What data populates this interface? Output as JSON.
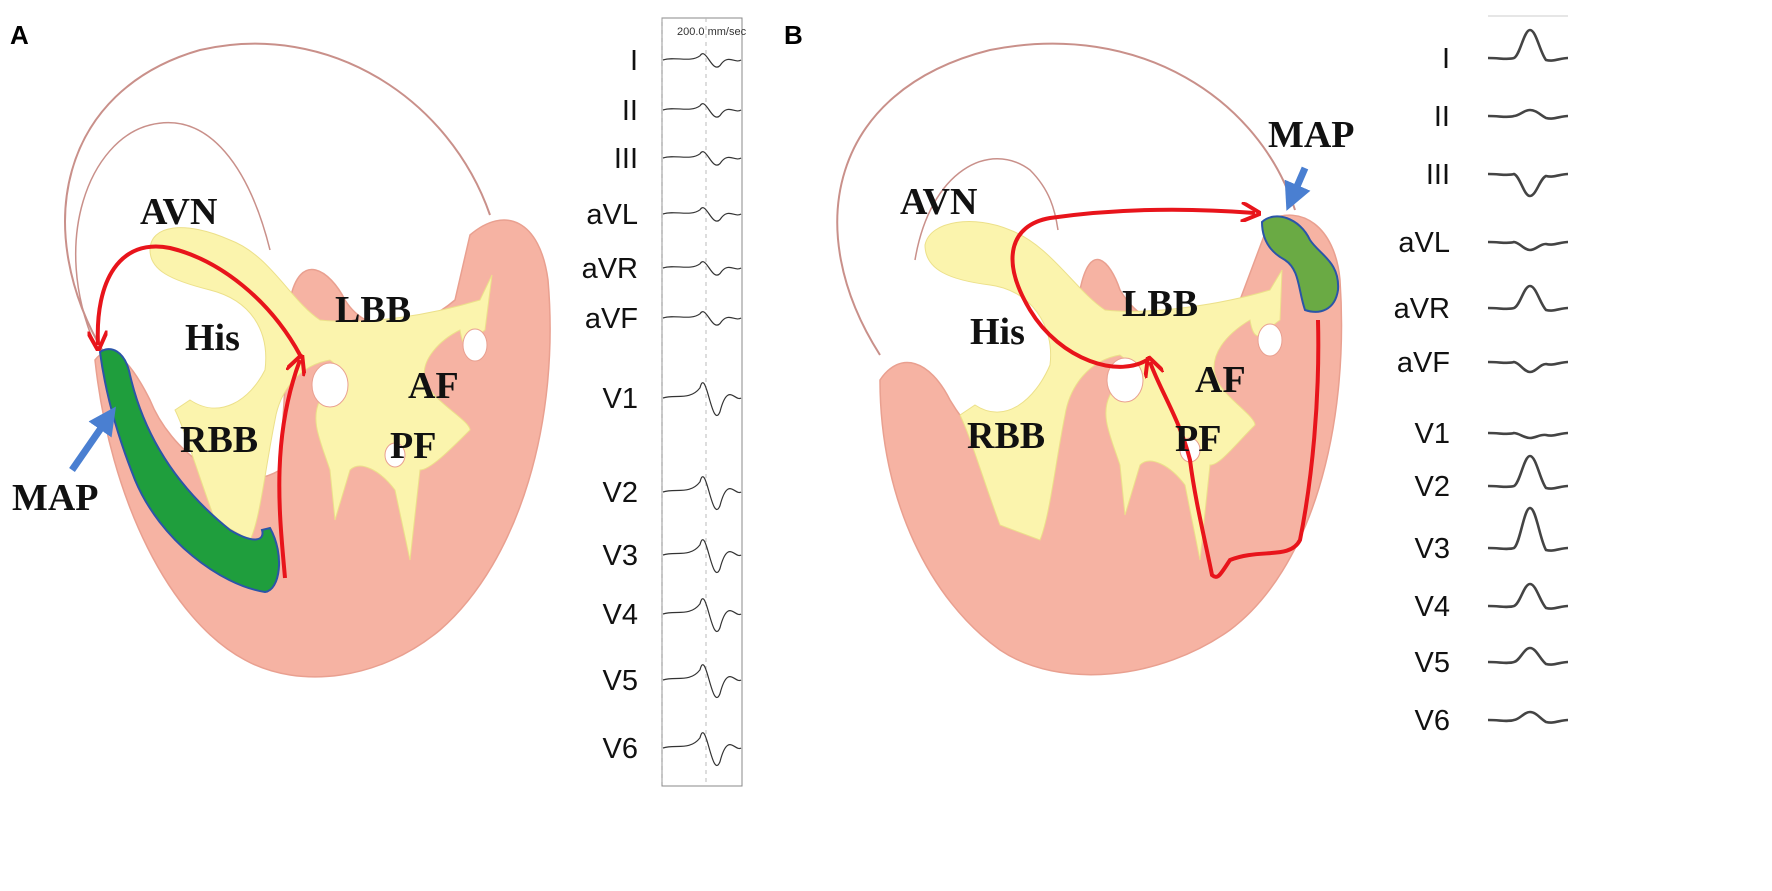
{
  "panel_a": {
    "letter": "A",
    "labels": {
      "avn": "AVN",
      "his": "His",
      "lbb": "LBB",
      "rbb": "RBB",
      "af": "AF",
      "pf": "PF",
      "map": "MAP"
    },
    "scale": "200.0 mm/sec",
    "leads": [
      "I",
      "II",
      "III",
      "aVL",
      "aVR",
      "aVF",
      "V1",
      "V2",
      "V3",
      "V4",
      "V5",
      "V6"
    ]
  },
  "panel_b": {
    "letter": "B",
    "labels": {
      "avn": "AVN",
      "his": "His",
      "lbb": "LBB",
      "rbb": "RBB",
      "af": "AF",
      "pf": "PF",
      "map": "MAP"
    },
    "leads": [
      "I",
      "II",
      "III",
      "aVL",
      "aVR",
      "aVF",
      "V1",
      "V2",
      "V3",
      "V4",
      "V5",
      "V6"
    ]
  },
  "colors": {
    "myocardium": "#f6b3a3",
    "conduction": "#fbf4ad",
    "map_a": "#1f9e3d",
    "map_b": "#6aaa44",
    "activation_path": "#e8141b",
    "pointer_arrow": "#4a7fd1"
  }
}
